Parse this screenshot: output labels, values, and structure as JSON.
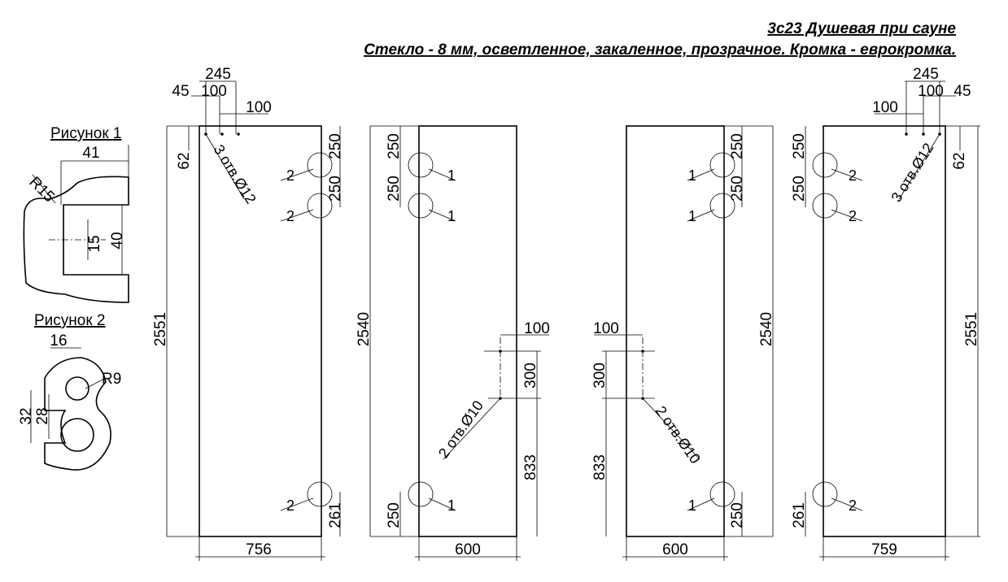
{
  "header": {
    "line1": "3с23 Душевая при сауне",
    "line2": "Стекло - 8 мм, осветленное, закаленное, прозрачное. Кромка - еврокромка."
  },
  "figure1": {
    "title": "Рисунок 1",
    "dim_41": "41",
    "dim_r15": "R15",
    "dim_15": "15",
    "dim_40": "40"
  },
  "figure2": {
    "title": "Рисунок 2",
    "dim_16": "16",
    "dim_r9": "R9",
    "dim_32": "32",
    "dim_28": "28"
  },
  "panel1": {
    "height": "2551",
    "width": "756",
    "dim_245": "245",
    "dim_45": "45",
    "dim_100a": "100",
    "dim_100b": "100",
    "dim_62": "62",
    "holes_note": "3 отв.Ø12",
    "dim_250a": "250",
    "dim_250b": "250",
    "dim_261": "261",
    "hinge_a": "2",
    "hinge_b": "2",
    "hinge_c": "2"
  },
  "panel2": {
    "height": "2540",
    "width": "600",
    "dim_250a": "250",
    "dim_250b": "250",
    "dim_250c": "250",
    "dim_100": "100",
    "dim_300": "300",
    "dim_833": "833",
    "holes_note": "2 отв.Ø10",
    "hinge_a": "1",
    "hinge_b": "1",
    "hinge_c": "1"
  },
  "panel3": {
    "height": "2540",
    "width": "600",
    "dim_250a": "250",
    "dim_250b": "250",
    "dim_250c": "250",
    "dim_100": "100",
    "dim_300": "300",
    "dim_833": "833",
    "holes_note": "2 отв.Ø10",
    "hinge_a": "1",
    "hinge_b": "1",
    "hinge_c": "1"
  },
  "panel4": {
    "height": "2551",
    "width": "759",
    "dim_245": "245",
    "dim_45": "45",
    "dim_100a": "100",
    "dim_100b": "100",
    "dim_62": "62",
    "holes_note": "3 отв.Ø12",
    "dim_250a": "250",
    "dim_250b": "250",
    "dim_261": "261",
    "hinge_a": "2",
    "hinge_b": "2",
    "hinge_c": "2"
  }
}
